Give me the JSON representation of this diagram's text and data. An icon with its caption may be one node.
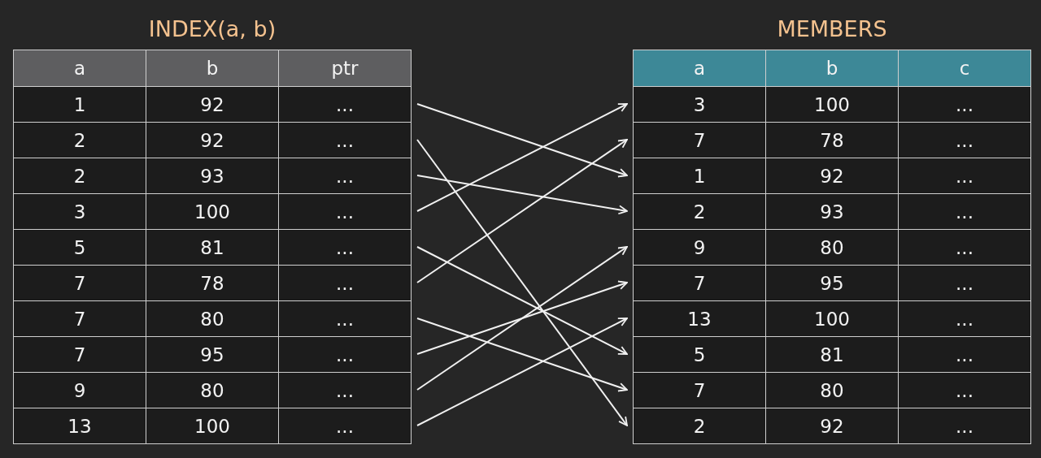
{
  "diagram": {
    "nodes": [
      {
        "text": [
          "INDEX(a, b)"
        ]
      },
      {
        "text": [
          "1",
          "92",
          "..."
        ],
        "in": 0
      },
      {
        "text": [
          "2",
          "92",
          "..."
        ],
        "in": 0
      },
      {
        "text": [
          "2",
          "93",
          "..."
        ],
        "in": 0
      },
      {
        "text": [
          "3",
          "100",
          "..."
        ],
        "in": 0
      },
      {
        "text": [
          "5",
          "81",
          "..."
        ],
        "in": 0
      },
      {
        "text": [
          "7",
          "78",
          "..."
        ],
        "in": 0
      },
      {
        "text": [
          "7",
          "80",
          "..."
        ],
        "in": 0
      },
      {
        "text": [
          "7",
          "95",
          "..."
        ],
        "in": 0
      },
      {
        "text": [
          "9",
          "80",
          "..."
        ],
        "in": 0
      },
      {
        "text": [
          "13",
          "100",
          "..."
        ],
        "in": 0
      },
      {
        "text": [
          "MEMBERS"
        ]
      },
      {
        "text": [
          "3",
          "100",
          "..."
        ],
        "in": 11
      },
      {
        "text": [
          "7",
          "78",
          "..."
        ],
        "in": 11
      },
      {
        "text": [
          "1",
          "92",
          "..."
        ],
        "in": 11
      },
      {
        "text": [
          "2",
          "93",
          "..."
        ],
        "in": 11
      },
      {
        "text": [
          "9",
          "80",
          "..."
        ],
        "in": 11
      },
      {
        "text": [
          "7",
          "95",
          "..."
        ],
        "in": 11
      },
      {
        "text": [
          "13",
          "100",
          "..."
        ],
        "in": 11
      },
      {
        "text": [
          "5",
          "81",
          "..."
        ],
        "in": 11
      },
      {
        "text": [
          "7",
          "80",
          "..."
        ],
        "in": 11
      },
      {
        "text": [
          "2",
          "92",
          "..."
        ],
        "in": 11
      }
    ],
    "edges": [
      {
        "from": 1,
        "to": 14,
        "arrow": "to"
      },
      {
        "from": 2,
        "to": 21,
        "arrow": "to"
      },
      {
        "from": 3,
        "to": 15,
        "arrow": "to"
      },
      {
        "from": 4,
        "to": 12,
        "arrow": "to"
      },
      {
        "from": 5,
        "to": 19,
        "arrow": "to"
      },
      {
        "from": 6,
        "to": 13,
        "arrow": "to"
      },
      {
        "from": 7,
        "to": 20,
        "arrow": "to"
      },
      {
        "from": 8,
        "to": 17,
        "arrow": "to"
      },
      {
        "from": 9,
        "to": 16,
        "arrow": "to"
      },
      {
        "from": 10,
        "to": 18,
        "arrow": "to"
      }
    ],
    "labels": [
      "a",
      "b",
      "ptr",
      "a",
      "b",
      "c"
    ]
  }
}
